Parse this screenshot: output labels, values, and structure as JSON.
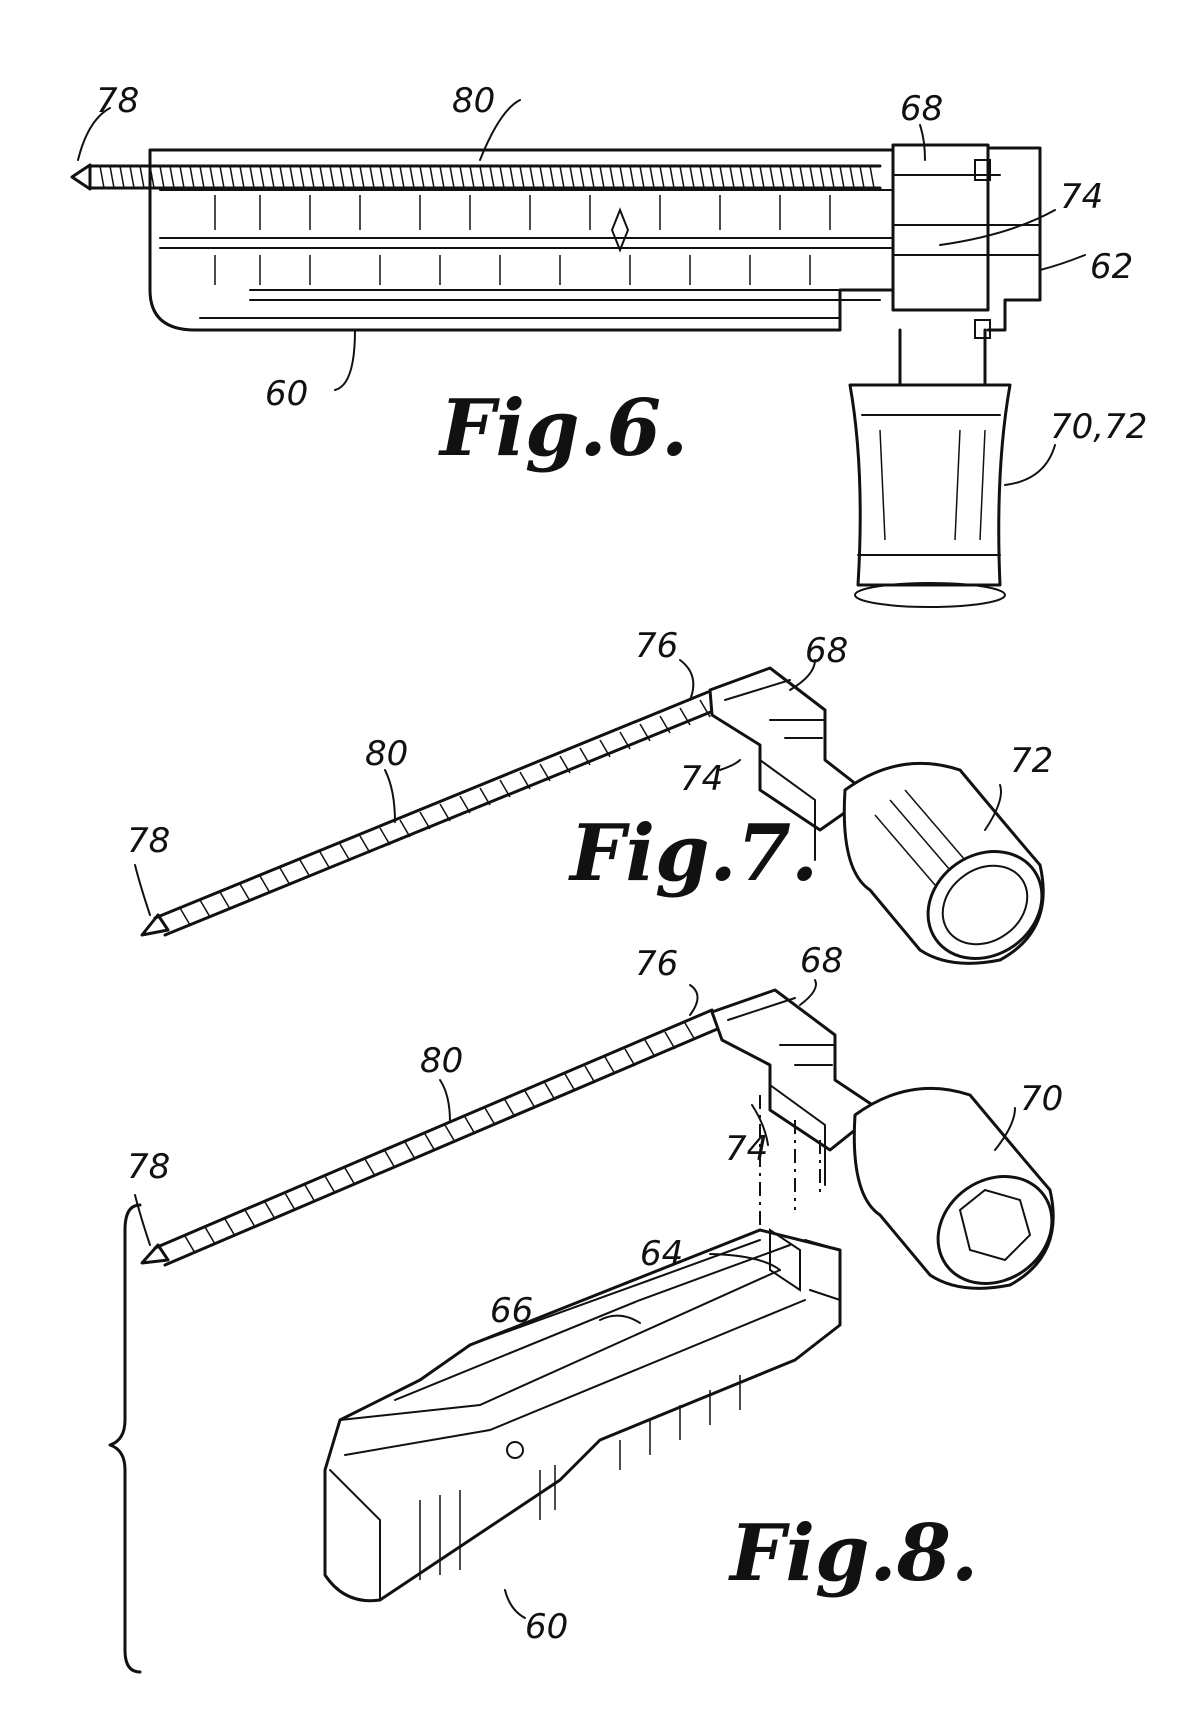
{
  "figures": [
    {
      "id": "fig6",
      "caption": "Fig.6.",
      "labels": [
        "78",
        "80",
        "68",
        "74",
        "62",
        "60",
        "70,72"
      ]
    },
    {
      "id": "fig7",
      "caption": "Fig.7.",
      "labels": [
        "76",
        "68",
        "80",
        "74",
        "72",
        "78"
      ]
    },
    {
      "id": "fig8",
      "caption": "Fig.8.",
      "labels": [
        "76",
        "68",
        "80",
        "78",
        "70",
        "74",
        "64",
        "66",
        "60"
      ]
    }
  ]
}
